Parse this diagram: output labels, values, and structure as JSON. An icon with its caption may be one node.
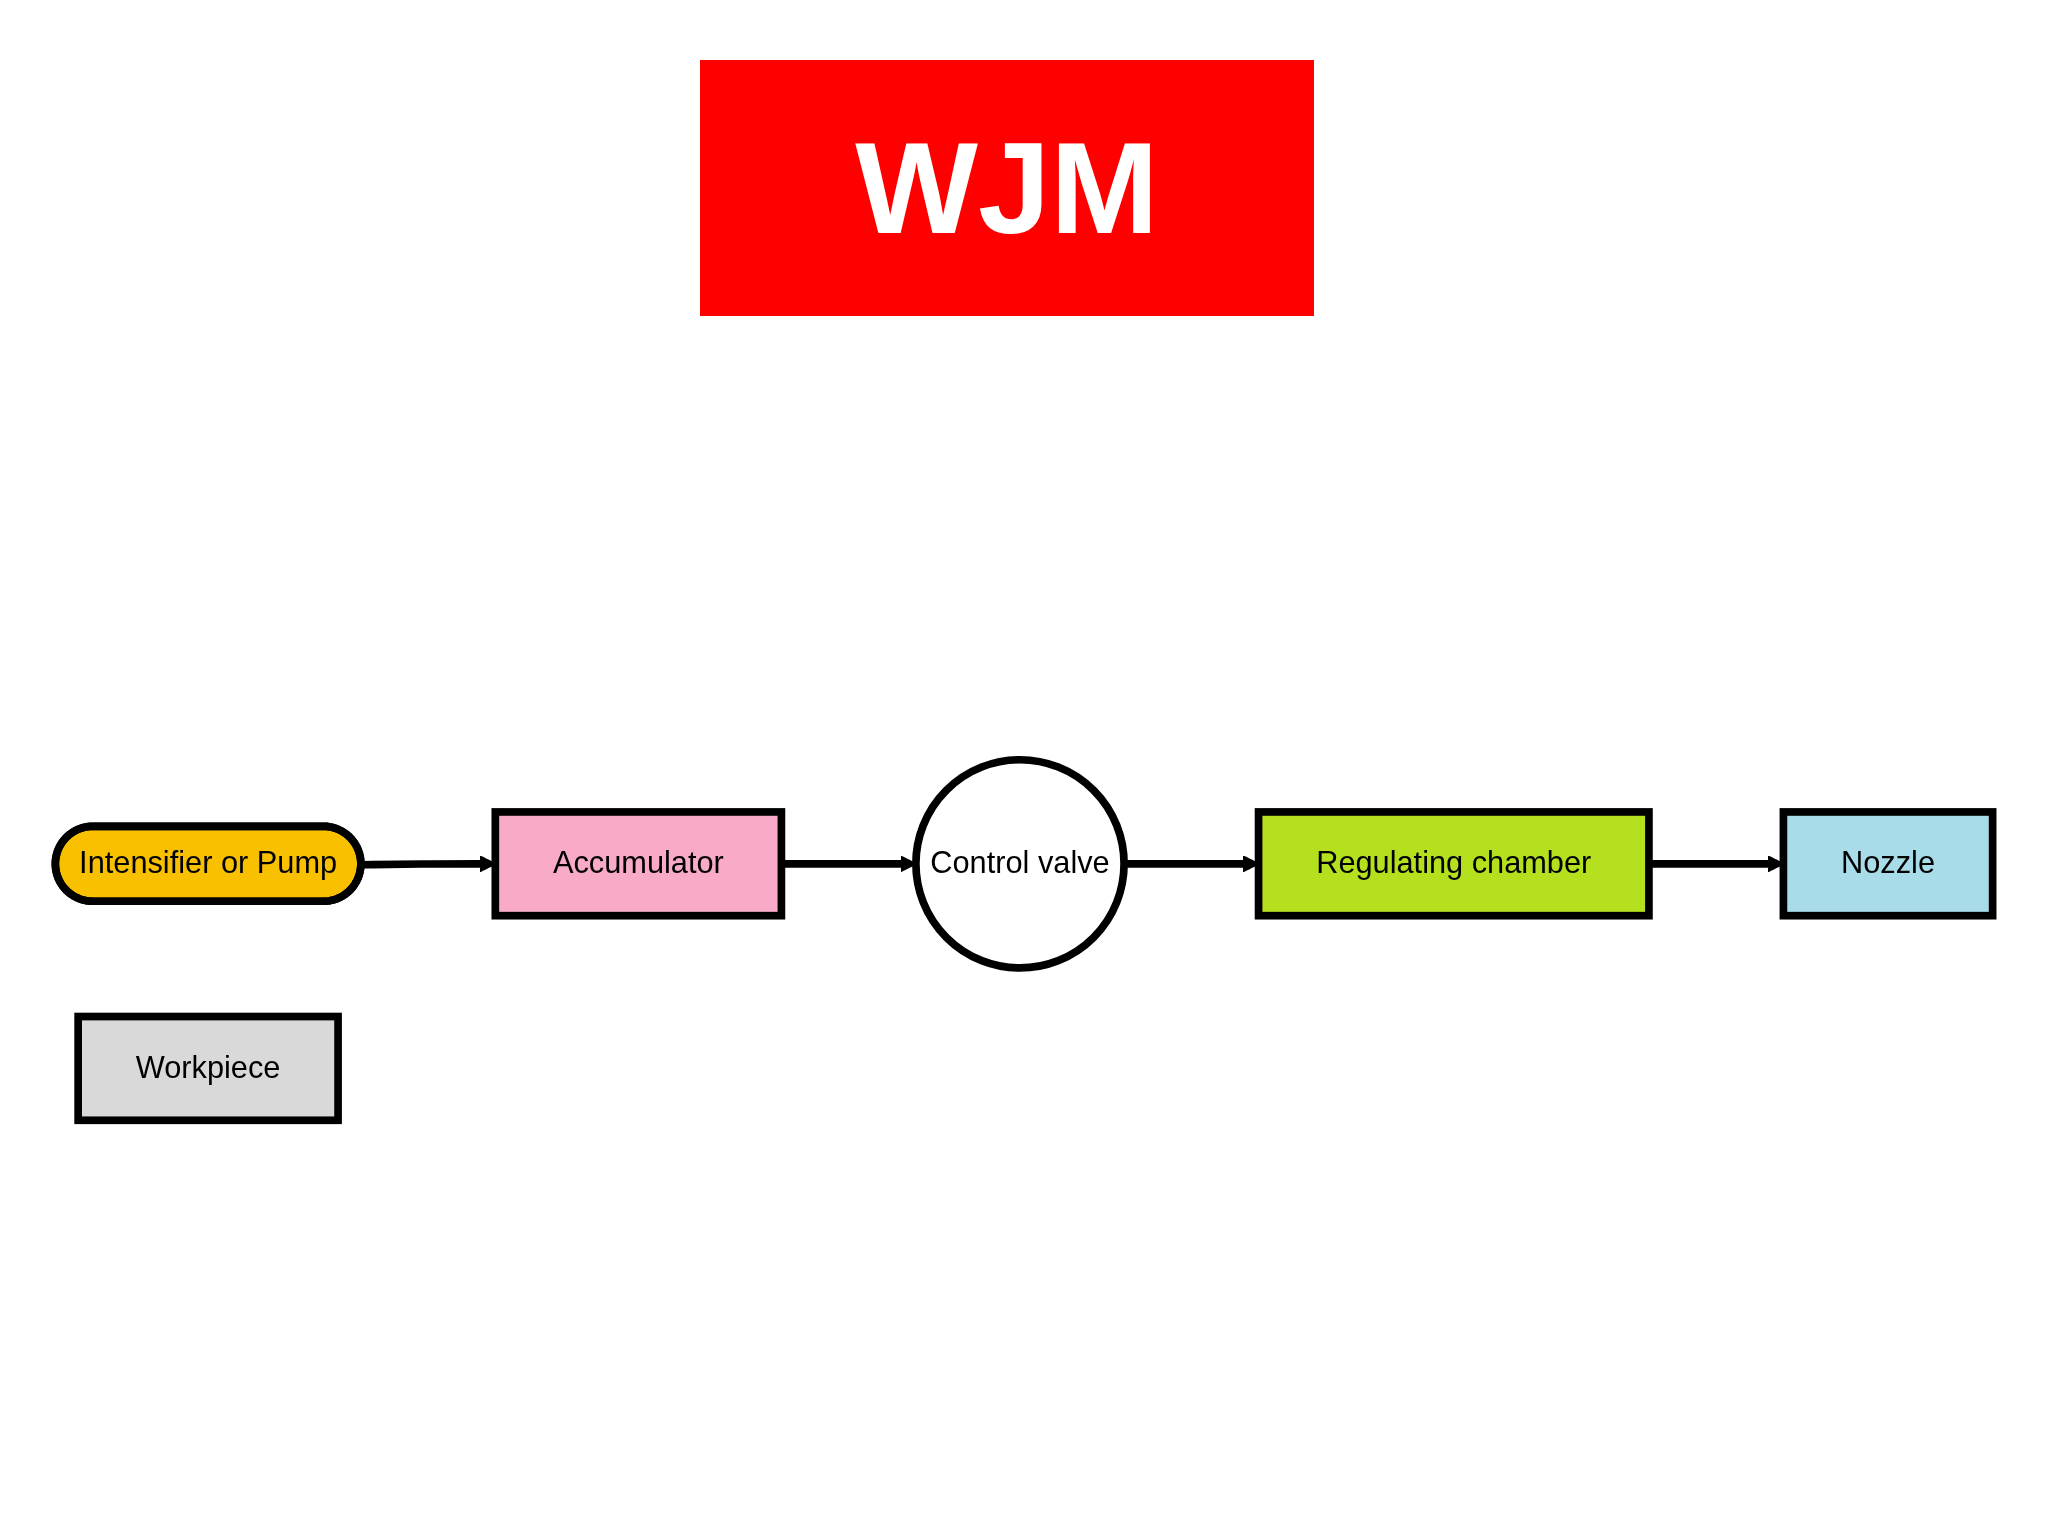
{
  "diagram": {
    "title": "WJM",
    "nodes": [
      {
        "text": [
          "Intensifier or Pump"
        ]
      },
      {
        "text": [
          "Accumulator"
        ]
      },
      {
        "text": [
          "Control valve"
        ]
      },
      {
        "text": [
          "Regulating chamber"
        ]
      },
      {
        "text": [
          "Nozzle"
        ]
      },
      {
        "text": [
          "Workpiece"
        ]
      }
    ],
    "edges": [
      {
        "from": 0,
        "to": 1,
        "arrow": "to"
      },
      {
        "from": 1,
        "to": 2,
        "arrow": "to"
      },
      {
        "from": 2,
        "to": 3,
        "arrow": "to"
      },
      {
        "from": 3,
        "to": 4,
        "arrow": "to"
      }
    ]
  }
}
